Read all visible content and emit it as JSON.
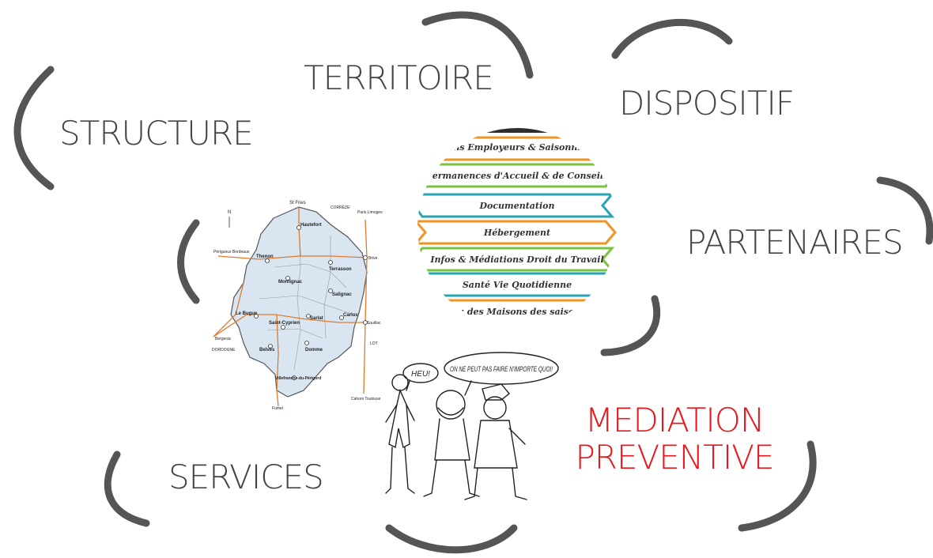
{
  "labels": {
    "structure": "STRUCTURE",
    "territoire": "TERRITOIRE",
    "dispositif": "DISPOSITIF",
    "partenaires": "PARTENAIRES",
    "services": "SERVICES",
    "mediation_line1": "MEDIATION",
    "mediation_line2": "PREVENTIVE"
  },
  "map": {
    "north": "N",
    "cities": [
      "St Fries",
      "Hautefort",
      "Thenon",
      "Terrasson",
      "Montignac",
      "Salignac",
      "Le Bugue",
      "Sarlat",
      "Carlux",
      "Saint-Cyprien",
      "Belvès",
      "Domme",
      "Villefranche-du-Périgord"
    ],
    "edge_places": [
      "Périgueux Bordeaux",
      "Paris Limoges",
      "Brive",
      "Souillac",
      "Bergerac",
      "Cahors Toulouse",
      "Fumel"
    ],
    "regions": [
      "CORRÈZE",
      "DORDOGNE",
      "LOT"
    ]
  },
  "services_list": [
    "Liens Employeurs & Saisonniers",
    "Permanences d'Accueil & de Conseils",
    "Documentation",
    "Hébergement",
    "Infos & Médiations Droit du Travail",
    "Santé Vie Quotidienne",
    "Réseau des Maisons des saisonniers"
  ],
  "cartoon": {
    "bubble_small": "HEU!",
    "bubble_big": "ON NE PEUT PAS FAIRE N'IMPORTE QUOI!"
  },
  "colors": {
    "arc": "#555555",
    "label": "#444444",
    "highlight": "#e8171b",
    "ribbon_orange": "#f29422",
    "ribbon_green": "#7cc242",
    "ribbon_teal": "#2aa4b3",
    "map_fill": "#d9e6f2",
    "map_road": "#e07a2c"
  }
}
